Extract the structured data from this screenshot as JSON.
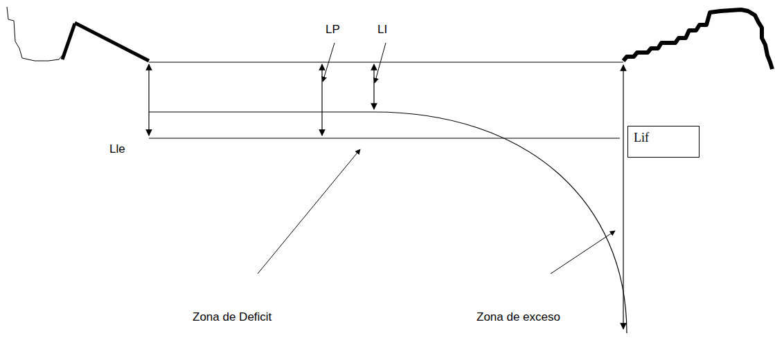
{
  "diagram": {
    "nodes": [
      {
        "text": [
          "Lif"
        ]
      }
    ],
    "labels": [
      "LP",
      "LI",
      "Lle",
      "Zona de Deficit",
      "Zona de exceso"
    ]
  }
}
